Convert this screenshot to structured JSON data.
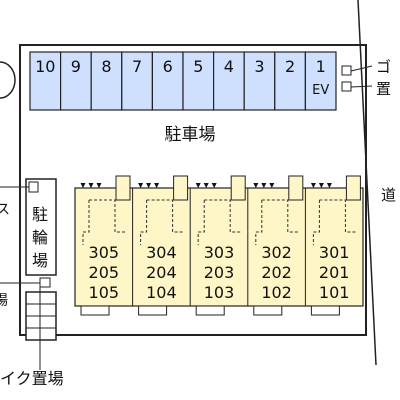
{
  "parking": {
    "label": "駐車場",
    "spaces": [
      "10",
      "9",
      "8",
      "7",
      "6",
      "5",
      "4",
      "3",
      "2",
      "1"
    ],
    "ev_label": "EV",
    "fill_color": "#cfe0ff"
  },
  "bicycle_parking": {
    "label_chars": [
      "駐",
      "輪",
      "場"
    ]
  },
  "units": {
    "fill_color": "#fff6c8",
    "columns": [
      [
        "305",
        "205",
        "105"
      ],
      [
        "304",
        "204",
        "104"
      ],
      [
        "303",
        "203",
        "103"
      ],
      [
        "302",
        "202",
        "102"
      ],
      [
        "301",
        "201",
        "101"
      ]
    ]
  },
  "edge_labels": {
    "garbage_top": "ゴ",
    "garbage_bottom": "置",
    "road": "道",
    "left_top": "ス",
    "left_bottom": "場",
    "bike_parking": "イク置場"
  }
}
